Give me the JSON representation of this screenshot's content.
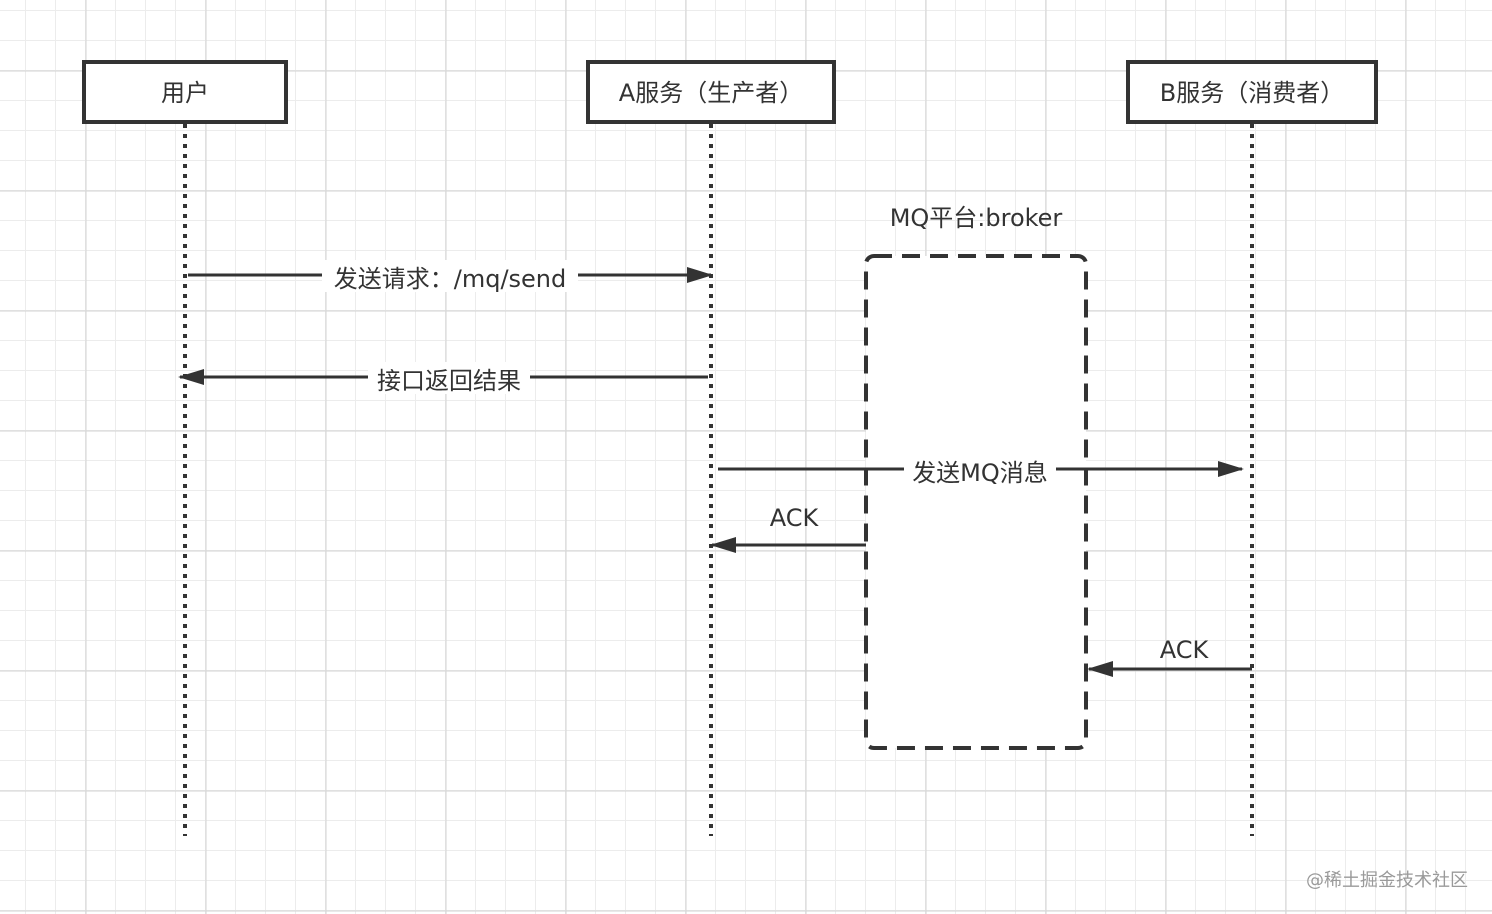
{
  "participants": [
    {
      "label": "用户"
    },
    {
      "label": "A服务（生产者）"
    },
    {
      "label": "B服务（消费者）"
    }
  ],
  "broker": {
    "label": "MQ平台:broker"
  },
  "messages": [
    {
      "label": "发送请求：/mq/send"
    },
    {
      "label": "接口返回结果"
    },
    {
      "label": "发送MQ消息"
    },
    {
      "label": "ACK"
    },
    {
      "label": "ACK"
    }
  ],
  "watermark": "@稀土掘金技术社区",
  "colors": {
    "stroke": "#333333",
    "grid": "#ececec"
  }
}
